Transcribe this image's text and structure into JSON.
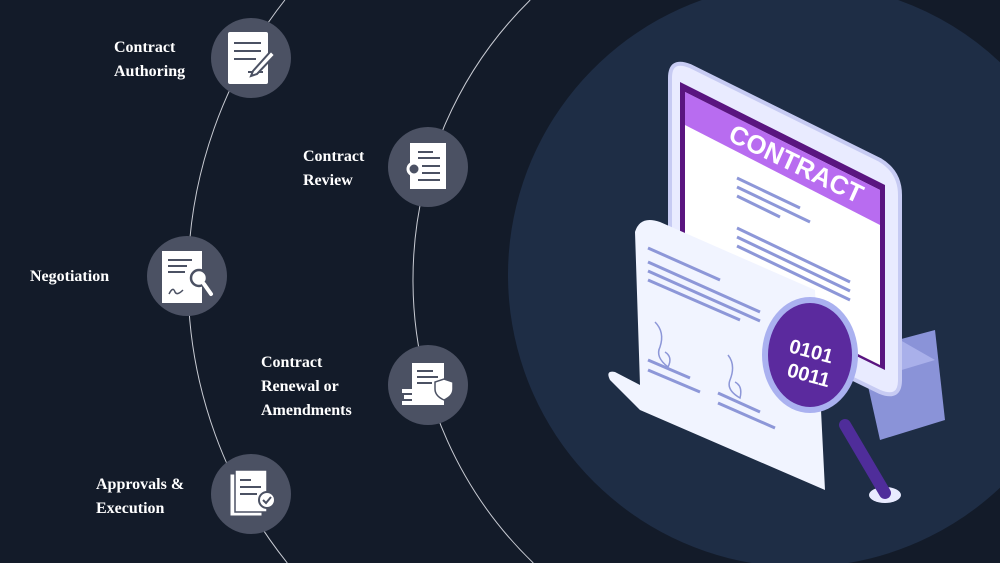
{
  "steps": [
    {
      "label_line1": "Contract",
      "label_line2": "Authoring",
      "icon": "document-pen-icon"
    },
    {
      "label_line1": "Contract",
      "label_line2": "Review",
      "icon": "document-gear-icon"
    },
    {
      "label_line1": "Negotiation",
      "label_line2": "",
      "icon": "document-magnifier-icon"
    },
    {
      "label_line1": "Contract",
      "label_line2": "Renewal or",
      "label_line3": "Amendments",
      "icon": "document-shield-icon"
    },
    {
      "label_line1": "Approvals &",
      "label_line2": "Execution",
      "icon": "document-check-icon"
    }
  ],
  "illustration": {
    "header": "CONTRACT",
    "binary_line1": "0101",
    "binary_line2": "0011"
  },
  "colors": {
    "background": "#131b29",
    "circle": "#1e2d45",
    "node": "#4b5163",
    "purple": "#b86cf0"
  }
}
